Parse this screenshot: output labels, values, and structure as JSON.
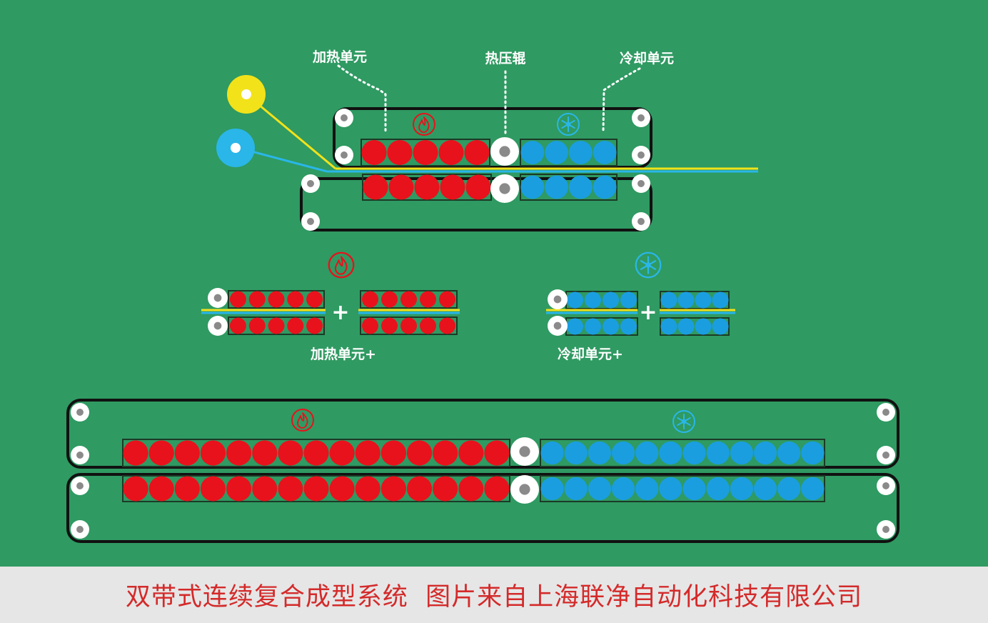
{
  "labels": {
    "heating_unit": "加热单元",
    "hot_press_roller": "热压辊",
    "cooling_unit": "冷却单元",
    "heating_unit_plus": "加热单元+",
    "cooling_unit_plus": "冷却单元+",
    "plus_sign": "+"
  },
  "caption": "双带式连续复合成型系统  图片来自上海联净自动化科技有限公司",
  "colors": {
    "background": "#2f9a62",
    "heating": "#e8121c",
    "cooling": "#1a9ee0",
    "belt": "#111111",
    "film_yellow": "#f2e21a",
    "film_blue": "#2ab6e8",
    "roller": "#ffffff",
    "caption_bar": "#e6e6e6",
    "caption_text": "#d42a2a"
  },
  "icons": {
    "heating": "flame-icon",
    "cooling": "snowflake-icon"
  }
}
